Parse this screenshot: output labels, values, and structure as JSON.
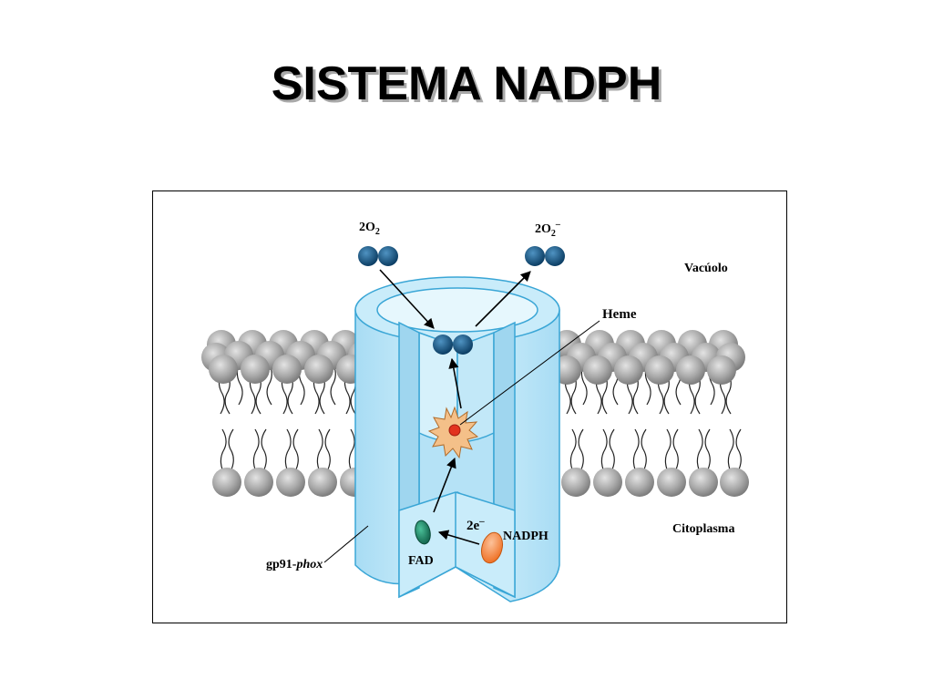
{
  "title": "SISTEMA NADPH",
  "labels": {
    "o2_in_base": "2O",
    "o2_in_sub": "2",
    "o2_out_base": "2O",
    "o2_out_sub": "2",
    "o2_out_sup": "–",
    "vacuole": "Vacúolo",
    "heme": "Heme",
    "cytoplasm": "Citoplasma",
    "electrons": "2e",
    "electrons_sup": "–",
    "nadph": "NADPH",
    "fad": "FAD",
    "gp91_prefix": "gp91-",
    "gp91_italic": "phox"
  },
  "colors": {
    "cylinder_fill": "#bde8f8",
    "cylinder_stroke": "#3aa6d6",
    "oxygen": "#0d4f7a",
    "lipid_head": "#a8a8a8",
    "heme": "#f4c089",
    "heme_core": "#e2331f",
    "fad": "#1d7a5c",
    "nadph": "#f28a3c"
  }
}
